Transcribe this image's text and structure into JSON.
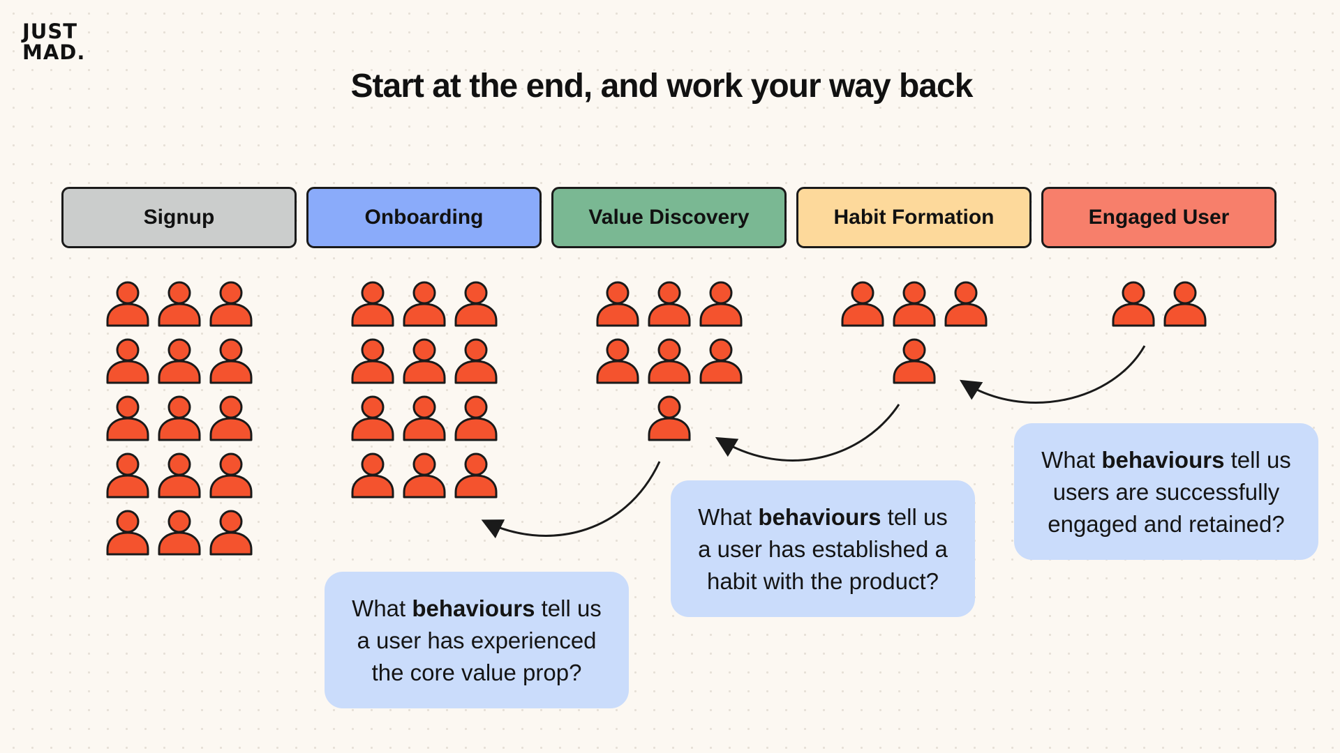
{
  "logo": {
    "line1": "JUST",
    "line2": "MAD."
  },
  "title": "Start at the end, and work your way back",
  "colors": {
    "background": "#fcf8f2",
    "person": "#f4532e",
    "outline": "#1a1a1a",
    "callout": "#cadcfb"
  },
  "stages": [
    {
      "label": "Signup",
      "color": "#cbcdcc",
      "count": 15
    },
    {
      "label": "Onboarding",
      "color": "#8aabfa",
      "count": 12
    },
    {
      "label": "Value Discovery",
      "color": "#7ab893",
      "count": 7
    },
    {
      "label": "Habit Formation",
      "color": "#fdd99b",
      "count": 4
    },
    {
      "label": "Engaged User",
      "color": "#f77f6b",
      "count": 2
    }
  ],
  "callouts": [
    {
      "pre": "What ",
      "bold": "behaviours",
      "post": " tell us",
      "line2": "a user has experienced",
      "line3": "the core value prop?"
    },
    {
      "pre": "What ",
      "bold": "behaviours",
      "post": " tell us",
      "line2": "a user has established a",
      "line3": "habit with the product?"
    },
    {
      "pre": "What ",
      "bold": "behaviours",
      "post": " tell us",
      "line2": "users are successfully",
      "line3": "engaged and retained?"
    }
  ],
  "icons": {
    "person": "person-icon",
    "arrow": "curved-arrow"
  }
}
